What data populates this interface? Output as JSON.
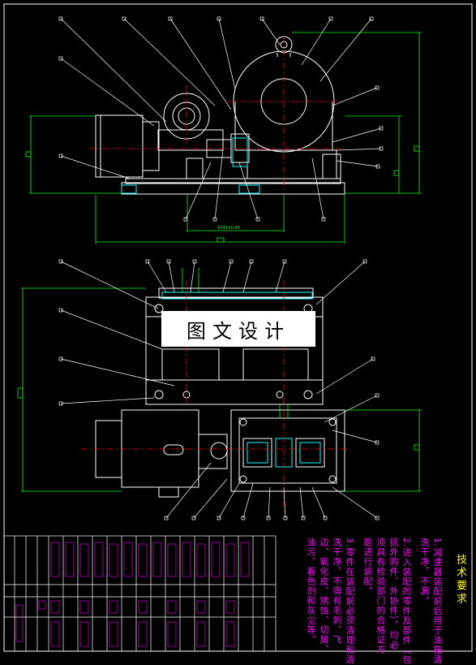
{
  "watermark": "图文设计",
  "technical_requirements": {
    "title": "技术要求",
    "items": [
      "1.减速器装配前后用于油箱清",
      "洗干净，不漏。",
      "2.进入装配的零件及部件（包",
      "括外购件、外协件），均必",
      "须具有检验部门的合格证方",
      "能进行装配。",
      "3.零件在装配前必须清理和清",
      "洗干净，不得有毛刺、飞",
      "边、氧化皮、锈蚀、切屑、",
      "油污、着色剂和灰尘等。"
    ]
  },
  "dimension_label": "1045±0.45",
  "colors": {
    "background": "#000000",
    "drawing_lines": "#ffffff",
    "dimension_lines": "#00ff00",
    "center_lines": "#ff0000",
    "sections": "#00ffff",
    "text": "#ff00ff",
    "title_text": "#ffff00"
  }
}
